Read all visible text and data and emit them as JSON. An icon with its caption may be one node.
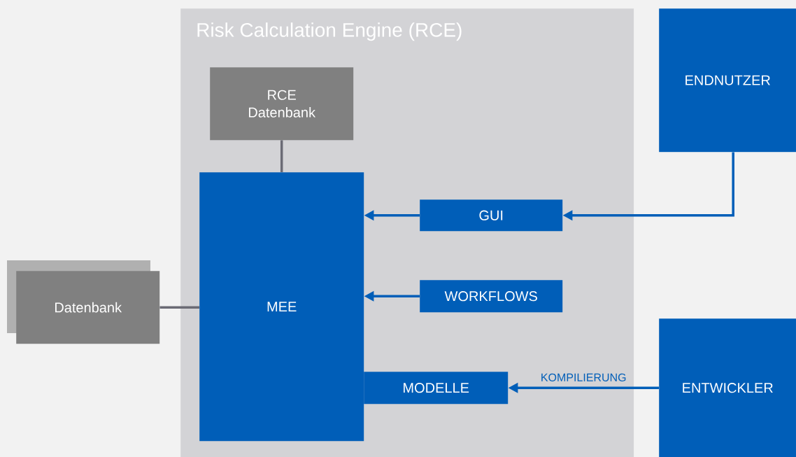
{
  "diagram": {
    "nodes": [
      {
        "text": [
          "Risk Calculation Engine (RCE)"
        ]
      },
      {
        "text": [
          "RCE Datenbank"
        ],
        "in": 0
      },
      {
        "text": [
          "MEE"
        ],
        "in": 0
      },
      {
        "text": [
          "GUI"
        ],
        "in": 0
      },
      {
        "text": [
          "WORKFLOWS"
        ],
        "in": 0
      },
      {
        "text": [
          "MODELLE"
        ],
        "in": 0
      },
      {
        "text": [
          "Datenbank"
        ]
      },
      {
        "text": [
          "ENDNUTZER"
        ]
      },
      {
        "text": [
          "ENTWICKLER"
        ]
      }
    ],
    "edges": [
      {
        "from": 1,
        "to": 2,
        "arrow": "none",
        "color": "#6b6b75"
      },
      {
        "from": 6,
        "to": 2,
        "arrow": "none",
        "color": "#6b6b75"
      },
      {
        "from": 7,
        "to": 3,
        "arrow": "to"
      },
      {
        "from": 3,
        "to": 2,
        "arrow": "to"
      },
      {
        "from": 4,
        "to": 2,
        "arrow": "to"
      },
      {
        "from": 8,
        "to": 5,
        "arrow": "to",
        "label": "KOMPILIERUNG"
      }
    ]
  }
}
